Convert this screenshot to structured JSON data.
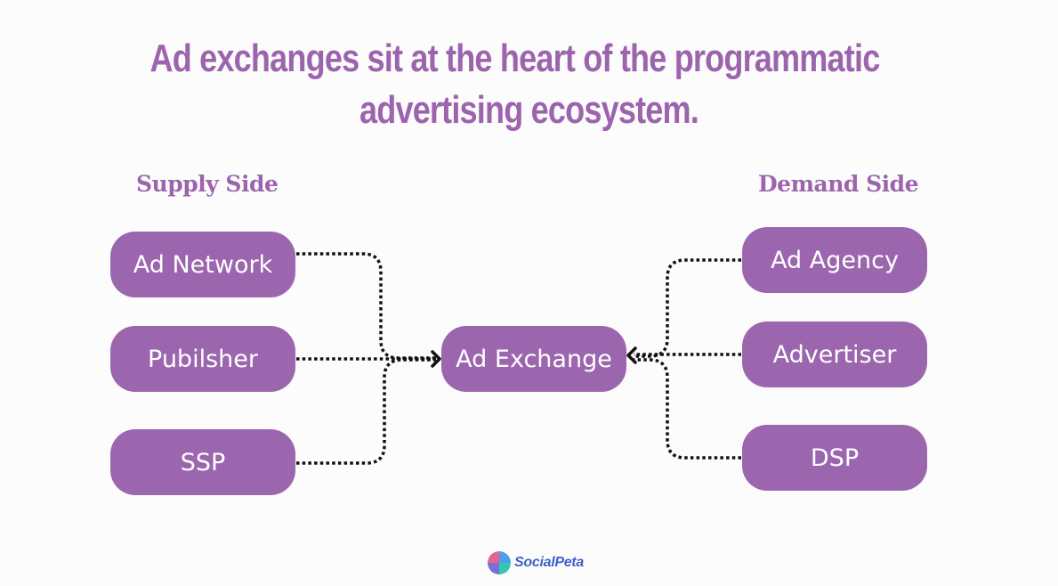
{
  "title": {
    "line1": "Ad exchanges sit at the heart of the programmatic",
    "line2": "advertising ecosystem."
  },
  "supply": {
    "label": "Supply Side",
    "nodes": [
      "Ad Network",
      "Pubilsher",
      "SSP"
    ]
  },
  "demand": {
    "label": "Demand Side",
    "nodes": [
      "Ad Agency",
      "Advertiser",
      "DSP"
    ]
  },
  "center": {
    "label": "Ad Exchange"
  },
  "logo": {
    "text": "SocialPeta"
  },
  "colors": {
    "accent": "#9c64ad",
    "node_fill": "#9c66ae",
    "node_text": "#ffffff",
    "connector": "#111111"
  }
}
